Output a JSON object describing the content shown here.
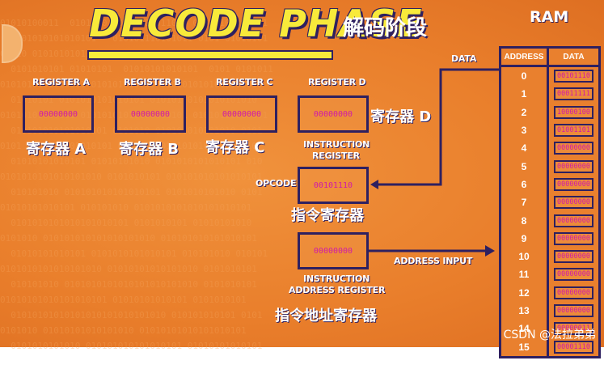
{
  "title": "DECODE PHASE",
  "title_cn": "解码阶段",
  "registers": [
    {
      "label": "REGISTER A",
      "value": "00000000",
      "cn": "寄存器 A"
    },
    {
      "label": "REGISTER B",
      "value": "00000000",
      "cn": "寄存器 B"
    },
    {
      "label": "REGISTER C",
      "value": "00000000",
      "cn": "寄存器 C"
    },
    {
      "label": "REGISTER D",
      "value": "00000000",
      "cn": "寄存器 D"
    }
  ],
  "instruction_register": {
    "label_line1": "INSTRUCTION",
    "label_line2": "REGISTER",
    "value": "00101110",
    "cn": "指令寄存器",
    "opcode": "OPCODE"
  },
  "address_register": {
    "label_line1": "INSTRUCTION",
    "label_line2": "ADDRESS REGISTER",
    "value": "00000000",
    "cn": "指令地址寄存器"
  },
  "arrows": {
    "data": "DATA",
    "address_input": "ADDRESS INPUT"
  },
  "ram": {
    "title": "RAM",
    "col_address": "ADDRESS",
    "col_data": "DATA",
    "rows": [
      {
        "a": "0",
        "d": "00101110"
      },
      {
        "a": "1",
        "d": "00011111"
      },
      {
        "a": "2",
        "d": "10000100"
      },
      {
        "a": "3",
        "d": "01001101"
      },
      {
        "a": "4",
        "d": "00000000"
      },
      {
        "a": "5",
        "d": "00000000"
      },
      {
        "a": "6",
        "d": "00000000"
      },
      {
        "a": "7",
        "d": "00000000"
      },
      {
        "a": "8",
        "d": "00000000"
      },
      {
        "a": "9",
        "d": "00000000"
      },
      {
        "a": "10",
        "d": "00000000"
      },
      {
        "a": "11",
        "d": "00000000"
      },
      {
        "a": "12",
        "d": "00000000"
      },
      {
        "a": "13",
        "d": "00000000"
      },
      {
        "a": "14",
        "d": "00000011"
      },
      {
        "a": "15",
        "d": "00001110"
      }
    ]
  },
  "watermark": "CSDN @法拉弟弟",
  "colors": {
    "background": "#e97e2b",
    "outline": "#2e2060",
    "title": "#f8ea3a",
    "value": "#d01aa8"
  }
}
